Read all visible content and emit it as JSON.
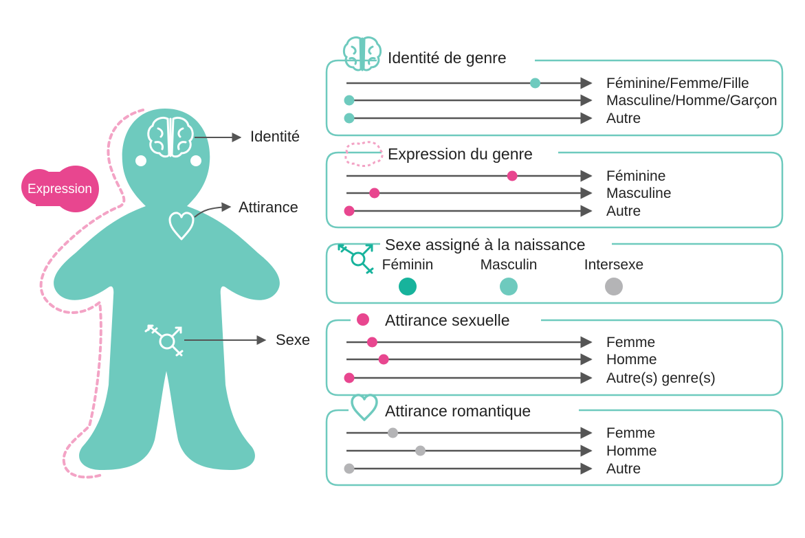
{
  "figure": {
    "expression_badge": "Expression",
    "callouts": {
      "identity": "Identité",
      "attraction": "Attirance",
      "sex": "Sexe"
    }
  },
  "colors": {
    "teal": "#6ecabe",
    "teal_dark": "#17b39c",
    "pink": "#e8468f",
    "pink_light": "#f3a3c5",
    "grey": "#b4b4b6",
    "arrow": "#555555"
  },
  "panels": {
    "gender_identity": {
      "title": "Identité de genre",
      "icon": "brain-icon",
      "scales": [
        {
          "label": "Féminine/Femme/Fille",
          "value": 0.81
        },
        {
          "label": "Masculine/Homme/Garçon",
          "value": 0.0
        },
        {
          "label": "Autre",
          "value": 0.0
        }
      ]
    },
    "gender_expression": {
      "title": "Expression du genre",
      "icon": "dotted-cloud-icon",
      "scales": [
        {
          "label": "Féminine",
          "value": 0.71
        },
        {
          "label": "Masculine",
          "value": 0.11
        },
        {
          "label": "Autre",
          "value": 0.0
        }
      ]
    },
    "assigned_sex": {
      "title": "Sexe assigné à la naissance",
      "icon": "gender-symbol-icon",
      "options": [
        {
          "label": "Féminin",
          "color": "#17b39c"
        },
        {
          "label": "Masculin",
          "color": "#6ecabe"
        },
        {
          "label": "Intersexe",
          "color": "#b4b4b6"
        }
      ]
    },
    "sexual_attraction": {
      "title": "Attirance sexuelle",
      "icon": "pink-dot-icon",
      "scales": [
        {
          "label": "Femme",
          "value": 0.1
        },
        {
          "label": "Homme",
          "value": 0.15
        },
        {
          "label": "Autre(s) genre(s)",
          "value": 0.0
        }
      ]
    },
    "romantic_attraction": {
      "title": "Attirance romantique",
      "icon": "heart-icon",
      "scales": [
        {
          "label": "Femme",
          "value": 0.19
        },
        {
          "label": "Homme",
          "value": 0.31
        },
        {
          "label": "Autre",
          "value": 0.0
        }
      ]
    }
  }
}
